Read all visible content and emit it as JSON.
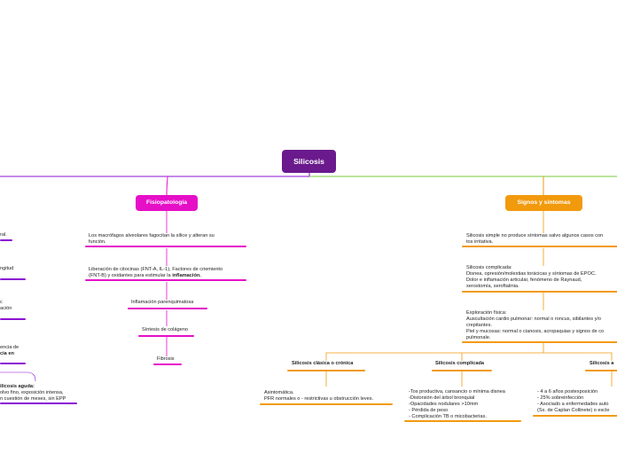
{
  "root": {
    "label": "Silicosis",
    "color": "#6a1a8c"
  },
  "colors": {
    "magenta": "#e60fc8",
    "purple": "#8b0fd3",
    "orange": "#f29a0d",
    "green": "#77c93a"
  },
  "branches": {
    "fisiopatologia": {
      "label": "Fisiopatología",
      "items": [
        {
          "text": "Los macrófagos alveolares fagocitan la sílice y alteran su",
          "text2": "función."
        },
        {
          "text": "Liberación de citocinas (FNT-A, IL-1), Factores de criemiento",
          "text2a": "(FNT-B) y oxidantes para estimular la ",
          "text2b": "inflamación."
        },
        {
          "text": "Inflamación parenquimatosa"
        },
        {
          "text": "Síntesis de colágeno"
        },
        {
          "text": "Fibrosis"
        }
      ]
    },
    "signos": {
      "label": "Signos y síntomas",
      "items": [
        {
          "l1": "Silicosis simple no produce síntomas salvo algunos casos con",
          "l2": "tos irritativa."
        },
        {
          "l1": "Silicosis complicada:",
          "l2": "Disnea, opresión/molestias torácicas y síntomas de EPOC.",
          "l3": "Dolor e inflamación articular, fenómeno de Raynaud,",
          "l4": "xerostomía, seroftalmia."
        },
        {
          "l1": "Exploración física:",
          "l2": "Auscultación cardio pulmonar: normal o roncus, sibilantes y/o",
          "l3": "crepitantes.",
          "l4": "Piel y mucosas: normal o cianosis, acropaquias y signos de co",
          "l5": "pulmonale."
        }
      ],
      "subs": [
        {
          "label": "Silicosis clásica o crónica",
          "l1": "Asintomática.",
          "l2": "PFR normales o - restrictivas u obstrucción leves."
        },
        {
          "label": "Silicosis complicada",
          "l1": "-Tos productiva, cansancio o mínima disnea",
          "l2": "-Distorsión del árbol bronquial",
          "l3": "-Opacidades nodulares >10mm",
          "l4": "- Pérdida de peso",
          "l5": "- Complicación TB o micobacterias."
        },
        {
          "label": "Silicosis a",
          "l1": "- 4 a 6 años postexposición",
          "l2": "- 25% sobreinfección",
          "l3": "- Asociado a enfermedades auto",
          "l4": "(Sx. de Caplan Collinete) o escle"
        }
      ]
    },
    "left": {
      "items": [
        {
          "t": "ral."
        },
        {
          "t": "ngitud"
        },
        {
          "t1": "c",
          "t2": "ación"
        },
        {
          "t1": "encia de",
          "t2b": "cia en"
        },
        {
          "t1b": "ilicosis aguda:",
          "t2": "olvo fino, exposición intensa,",
          "t3": "n cuestión de meses, sin EPP"
        }
      ]
    }
  }
}
